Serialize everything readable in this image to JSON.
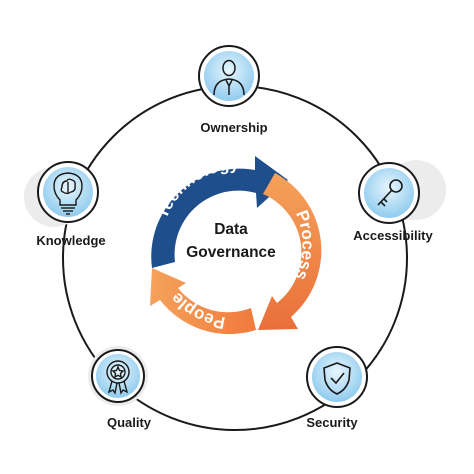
{
  "center": {
    "line1": "Data",
    "line2": "Governance"
  },
  "cycle": {
    "top_label": "Technology",
    "right_label": "Process",
    "bottom_label": "People",
    "colors": {
      "blue": "#1f4e8c",
      "orange": "#ef7b3e",
      "orange_light": "#f39a56"
    }
  },
  "nodes": [
    {
      "key": "ownership",
      "label": "Ownership",
      "icon": "person-icon"
    },
    {
      "key": "accessibility",
      "label": "Accessibility",
      "icon": "key-icon"
    },
    {
      "key": "security",
      "label": "Security",
      "icon": "shield-check-icon"
    },
    {
      "key": "quality",
      "label": "Quality",
      "icon": "award-badge-icon"
    },
    {
      "key": "knowledge",
      "label": "Knowledge",
      "icon": "lightbulb-brain-icon"
    }
  ],
  "colors": {
    "ring": "#1a1a1a",
    "icon_fill_light": "#dff1fb",
    "icon_fill_dark": "#8fcbee",
    "icon_stroke": "#1a1a1a",
    "halo": "#e9e9e9"
  }
}
